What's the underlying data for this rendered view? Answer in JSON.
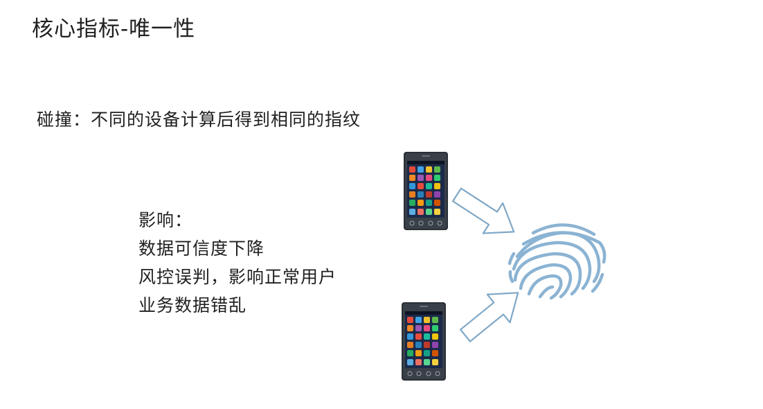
{
  "slide": {
    "title": "核心指标-唯一性",
    "subtitle": "碰撞：不同的设备计算后得到相同的指纹"
  },
  "impact": {
    "heading": "影响：",
    "items": [
      "数据可信度下降",
      "风控误判，影响正常用户",
      "业务数据错乱"
    ]
  },
  "illustration": {
    "devices": [
      "smartphone-icon",
      "smartphone-icon"
    ],
    "arrows": [
      "arrow-icon",
      "arrow-icon"
    ],
    "target": "fingerprint-icon",
    "colors": {
      "arrow_stroke": "#7fa7c6",
      "fingerprint": "#8bb3d3",
      "phone_body": "#2b3036"
    }
  }
}
